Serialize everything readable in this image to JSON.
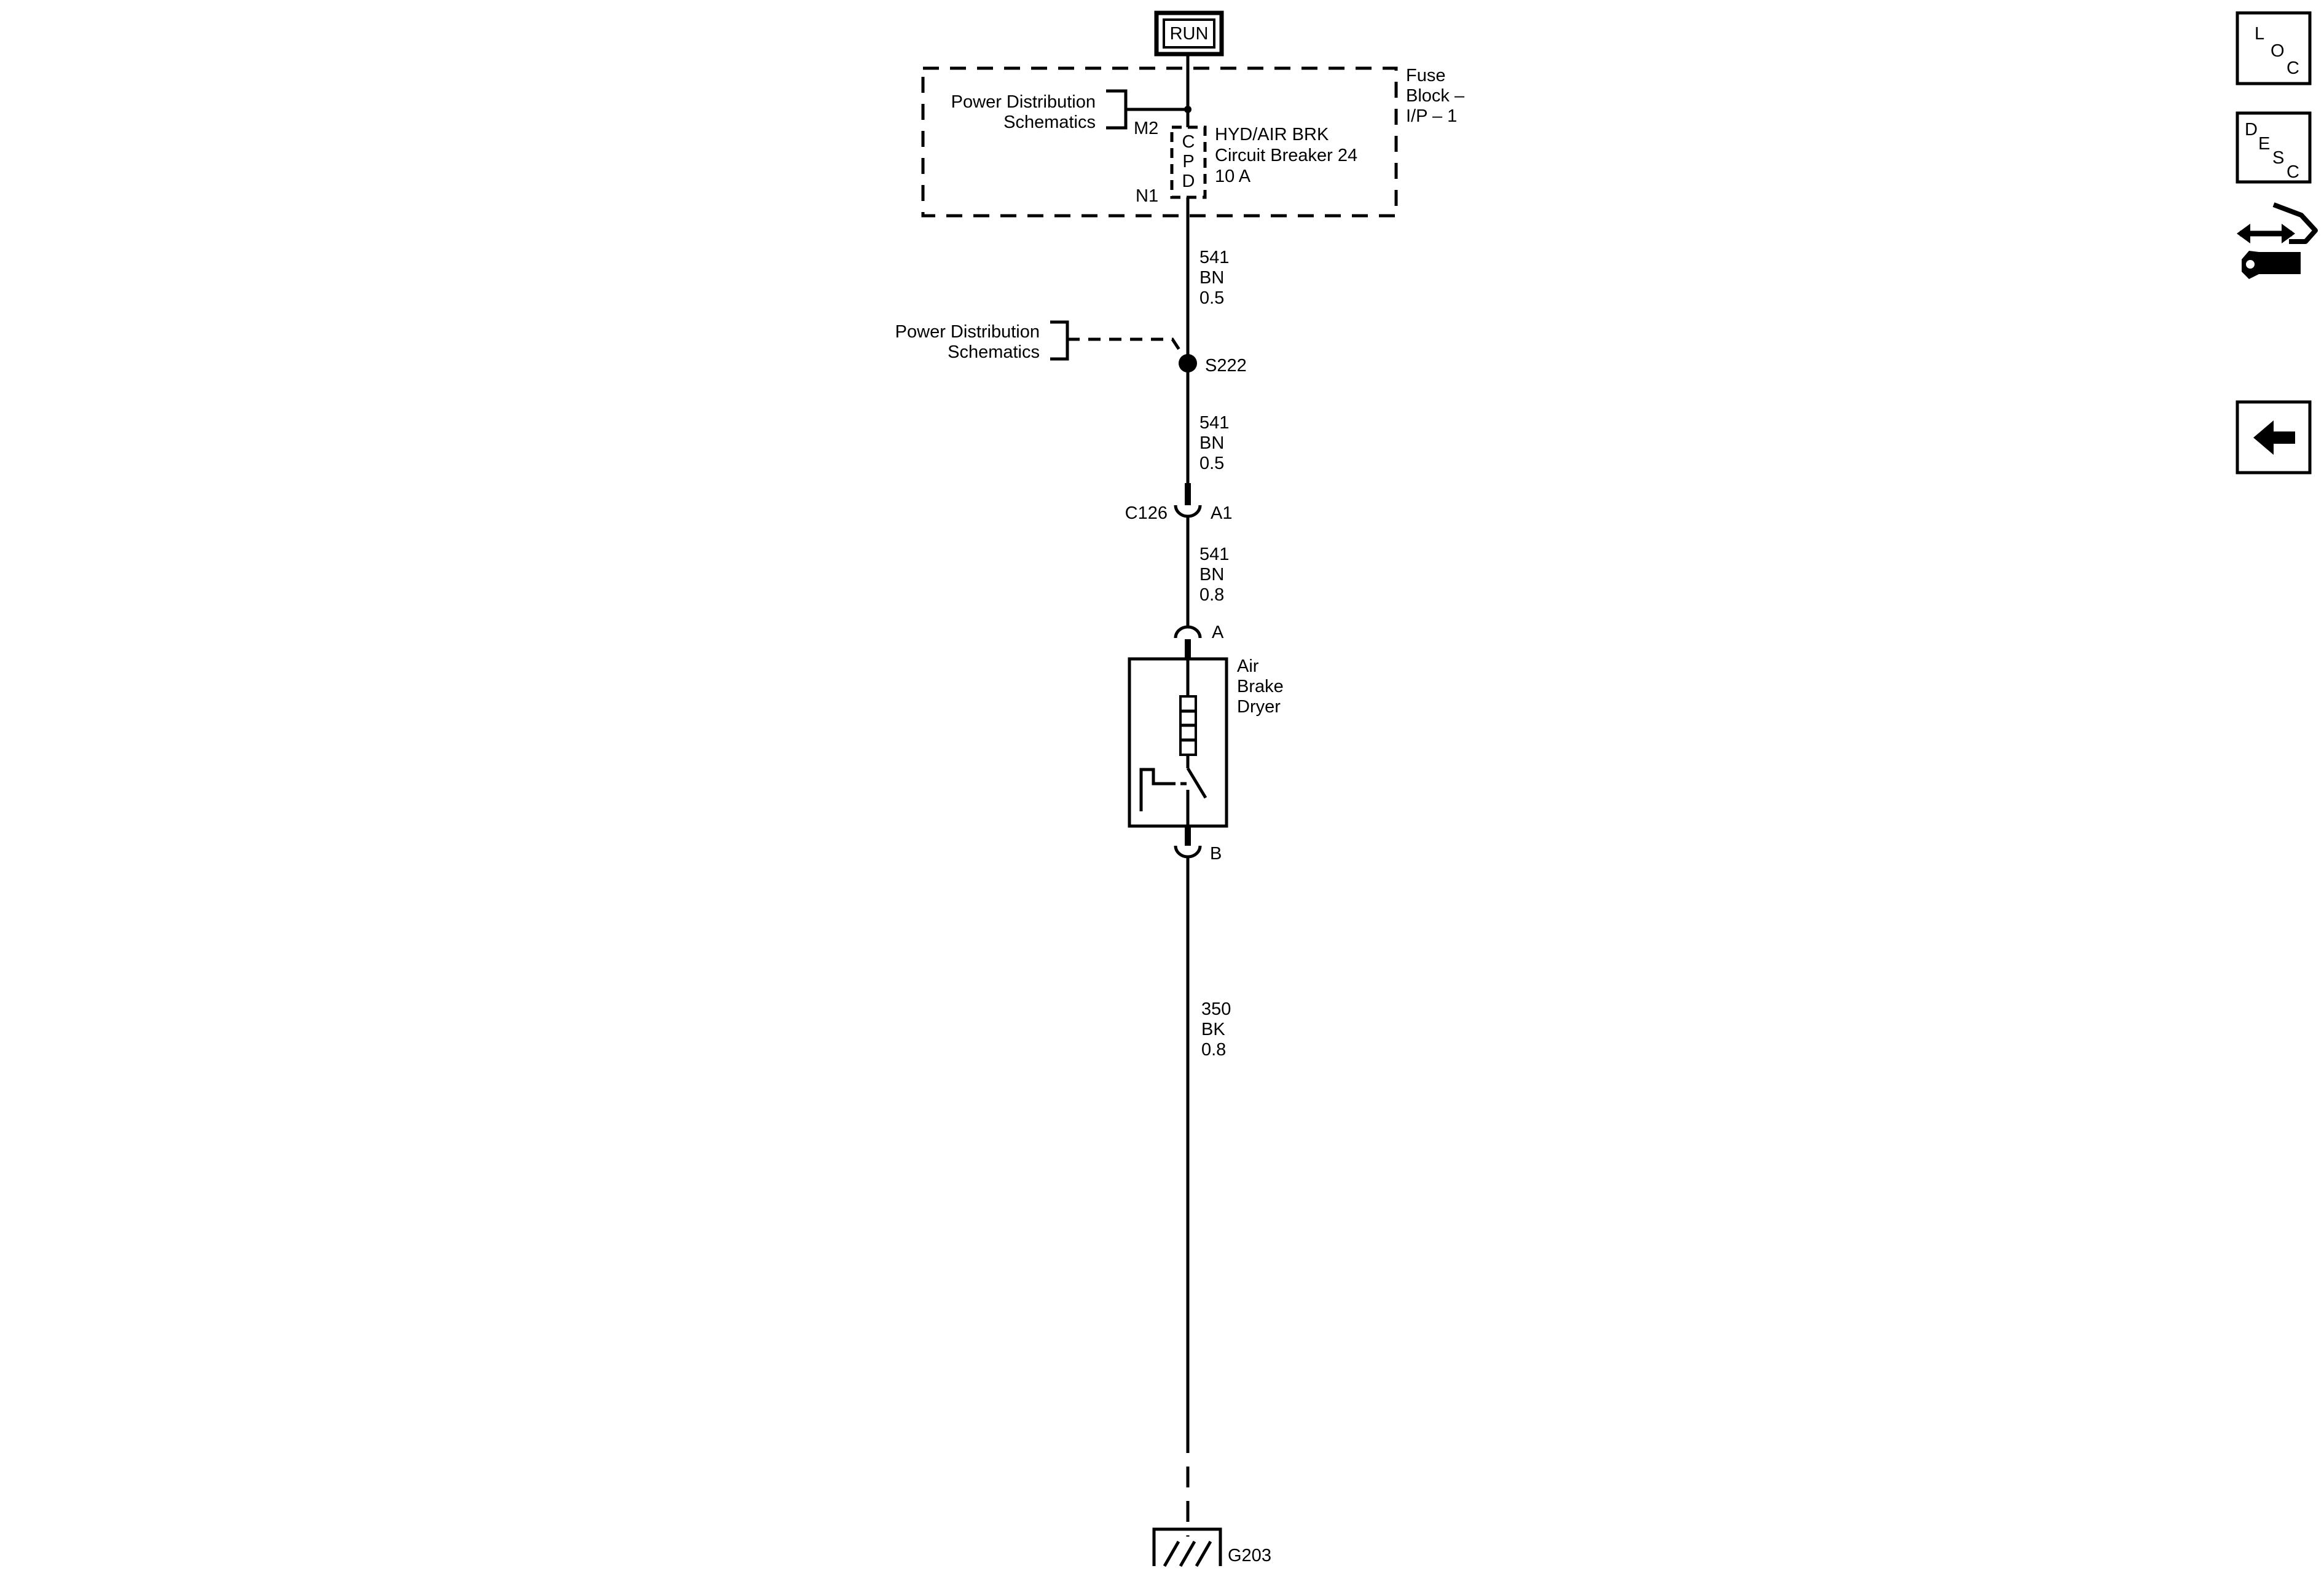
{
  "power_source": {
    "label": "RUN"
  },
  "fuse_block": {
    "name_line1": "Fuse",
    "name_line2": "Block –",
    "name_line3": "I/P – 1",
    "pin_in": "M2",
    "pin_out": "N1",
    "cpd_letters": [
      "C",
      "P",
      "D"
    ],
    "breaker_line1": "HYD/AIR BRK",
    "breaker_line2": "Circuit Breaker 24",
    "breaker_line3": "10 A",
    "xref_line1": "Power Distribution",
    "xref_line2": "Schematics"
  },
  "wire_segment_1": {
    "circuit": "541",
    "color": "BN",
    "gauge": "0.5"
  },
  "splice": {
    "id": "S222",
    "xref_line1": "Power Distribution",
    "xref_line2": "Schematics"
  },
  "wire_segment_2": {
    "circuit": "541",
    "color": "BN",
    "gauge": "0.5"
  },
  "inline_connector": {
    "id": "C126",
    "pin": "A1"
  },
  "wire_segment_3": {
    "circuit": "541",
    "color": "BN",
    "gauge": "0.8"
  },
  "component": {
    "pin_top": "A",
    "pin_bottom": "B",
    "name_line1": "Air",
    "name_line2": "Brake",
    "name_line3": "Dryer"
  },
  "wire_segment_4": {
    "circuit": "350",
    "color": "BK",
    "gauge": "0.8"
  },
  "ground": {
    "id": "G203"
  },
  "nav": {
    "loc": {
      "l": "L",
      "o": "O",
      "c": "C"
    },
    "desc": {
      "d": "D",
      "e": "E",
      "s": "S",
      "c": "C"
    },
    "connector_icon": "connector-tool-icon",
    "back_icon": "back-arrow-icon"
  }
}
